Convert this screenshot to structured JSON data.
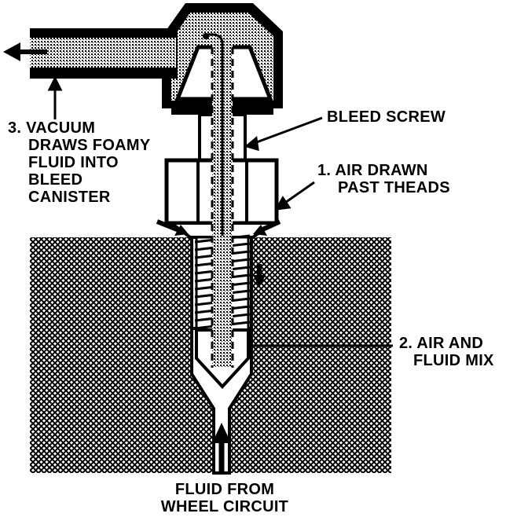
{
  "colors": {
    "ink": "#000000",
    "paper": "#ffffff",
    "fluid_stipple": "#9a9a9a"
  },
  "labels": {
    "vacuum": [
      "3. VACUUM",
      "DRAWS FOAMY",
      "FLUID INTO",
      "BLEED",
      "CANISTER"
    ],
    "bleed_screw": [
      "BLEED SCREW"
    ],
    "air_drawn": [
      "1. AIR DRAWN",
      "PAST THEADS"
    ],
    "air_fluid": [
      "2. AIR AND",
      "FLUID MIX"
    ],
    "fluid_from": [
      "FLUID FROM",
      "WHEEL CIRCUIT"
    ]
  }
}
